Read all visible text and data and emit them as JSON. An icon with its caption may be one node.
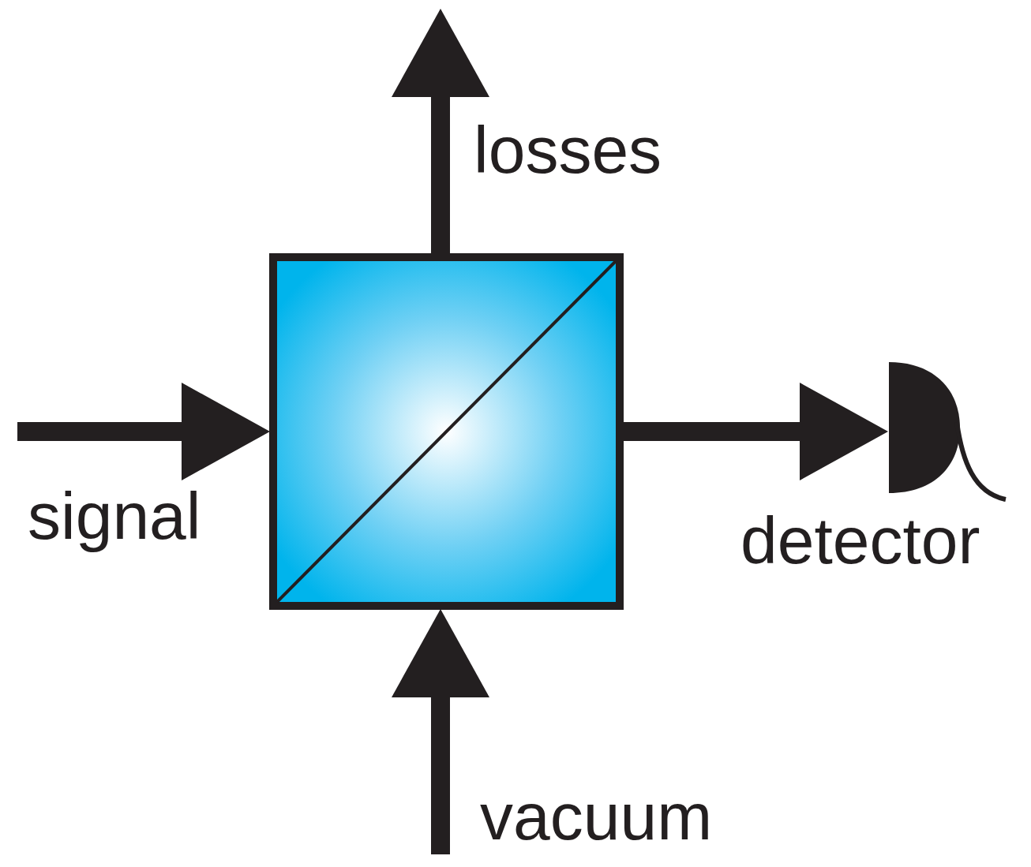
{
  "diagram": {
    "nodes": [
      {
        "text": [],
        "shape": "box"
      },
      {
        "text": [
          "detector"
        ]
      }
    ],
    "edges": [
      {
        "from": null,
        "to": 0,
        "arrow": "to",
        "label": "signal"
      },
      {
        "from": 0,
        "to": null,
        "arrow": "to",
        "label": "losses"
      },
      {
        "from": null,
        "to": 0,
        "arrow": "to",
        "label": "vacuum"
      },
      {
        "from": 0,
        "to": 1,
        "arrow": "to"
      }
    ]
  }
}
